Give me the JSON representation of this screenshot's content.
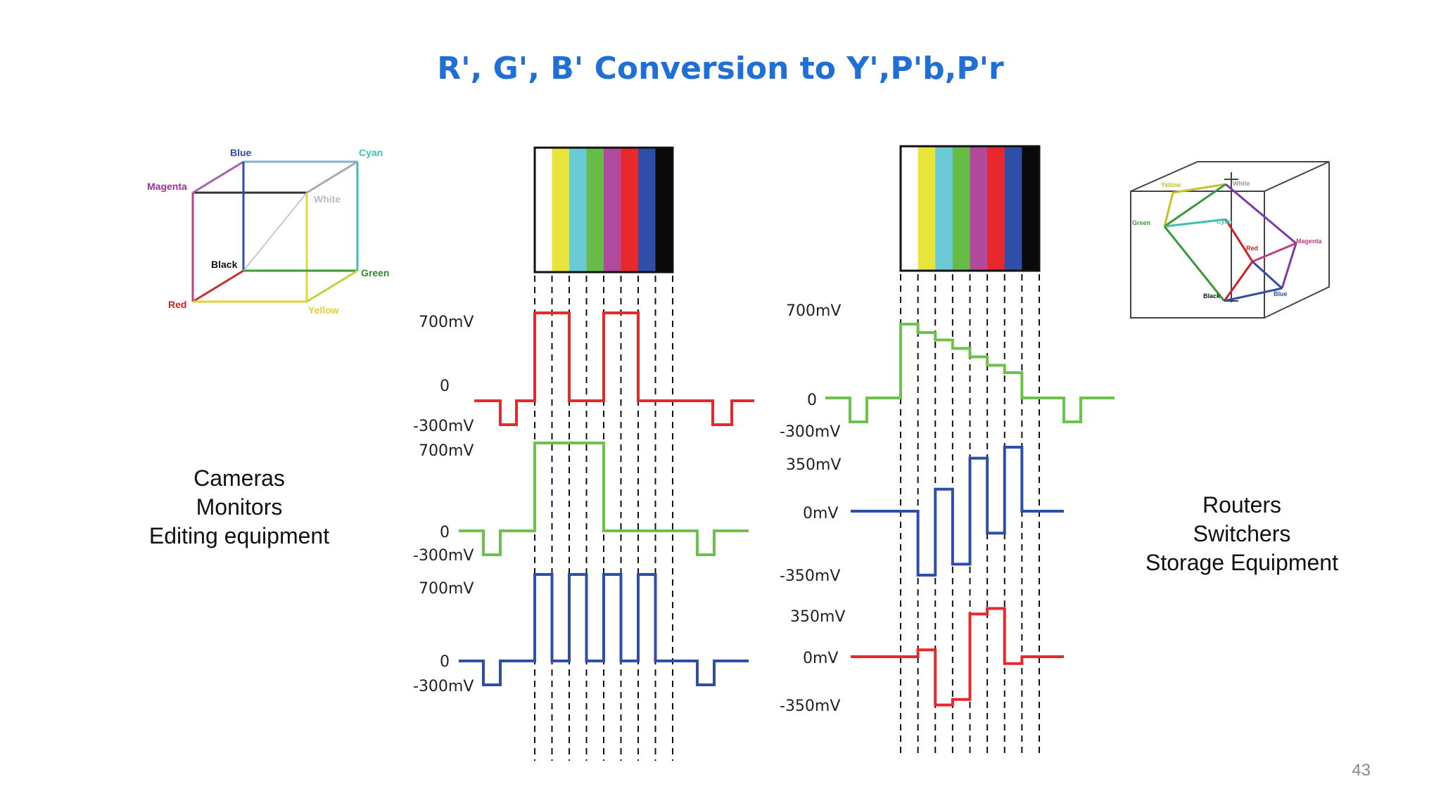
{
  "title": "R', G', B' Conversion to Y',P'b,P'r",
  "colors": {
    "title": "#1f6fd6",
    "red": "#e8292b",
    "green": "#6cc24a",
    "blue": "#2f4ea8",
    "page_number": "#8a8a8a"
  },
  "left_caption": [
    "Cameras",
    "Monitors",
    "Editing equipment"
  ],
  "right_caption": [
    "Routers",
    "Switchers",
    "Storage Equipment"
  ],
  "page_number": "43",
  "rgb_cube": {
    "labels": [
      "Blue",
      "Cyan",
      "Magenta",
      "White",
      "Black",
      "Green",
      "Red",
      "Yellow"
    ]
  },
  "ycbcr_cube": {
    "labels": [
      "Yellow",
      "White",
      "Green",
      "Cyan",
      "Red",
      "Magenta",
      "Black",
      "Blue"
    ]
  },
  "color_bars": {
    "colors": [
      "#ffffff",
      "#e9e43a",
      "#6cc9d6",
      "#67bb47",
      "#b04a9c",
      "#e8292b",
      "#2f4ea8",
      "#0a0a0a"
    ]
  },
  "rgb_waveforms": {
    "red": {
      "labels": [
        "700mV",
        "0",
        "-300mV"
      ],
      "levels_mV": [
        700,
        700,
        0,
        0,
        700,
        700,
        0,
        0
      ]
    },
    "green": {
      "labels": [
        "700mV",
        "0",
        "-300mV"
      ],
      "levels_mV": [
        700,
        700,
        700,
        700,
        0,
        0,
        0,
        0
      ]
    },
    "blue": {
      "labels": [
        "700mV",
        "0",
        "-300mV"
      ],
      "levels_mV": [
        700,
        0,
        700,
        0,
        700,
        0,
        700,
        0
      ]
    }
  },
  "ypbpr_waveforms": {
    "luma": {
      "labels": [
        "700mV",
        "0",
        "-300mV"
      ],
      "levels_mV": [
        700,
        620,
        550,
        470,
        390,
        310,
        240,
        0
      ]
    },
    "pb": {
      "labels": [
        "350mV",
        "0mV",
        "-350mV"
      ],
      "levels_mV": [
        0,
        -350,
        120,
        -290,
        290,
        -120,
        350,
        0
      ]
    },
    "pr": {
      "labels": [
        "350mV",
        "0mV",
        "-350mV"
      ],
      "levels_mV": [
        0,
        50,
        -350,
        -310,
        310,
        350,
        -50,
        0
      ]
    }
  }
}
